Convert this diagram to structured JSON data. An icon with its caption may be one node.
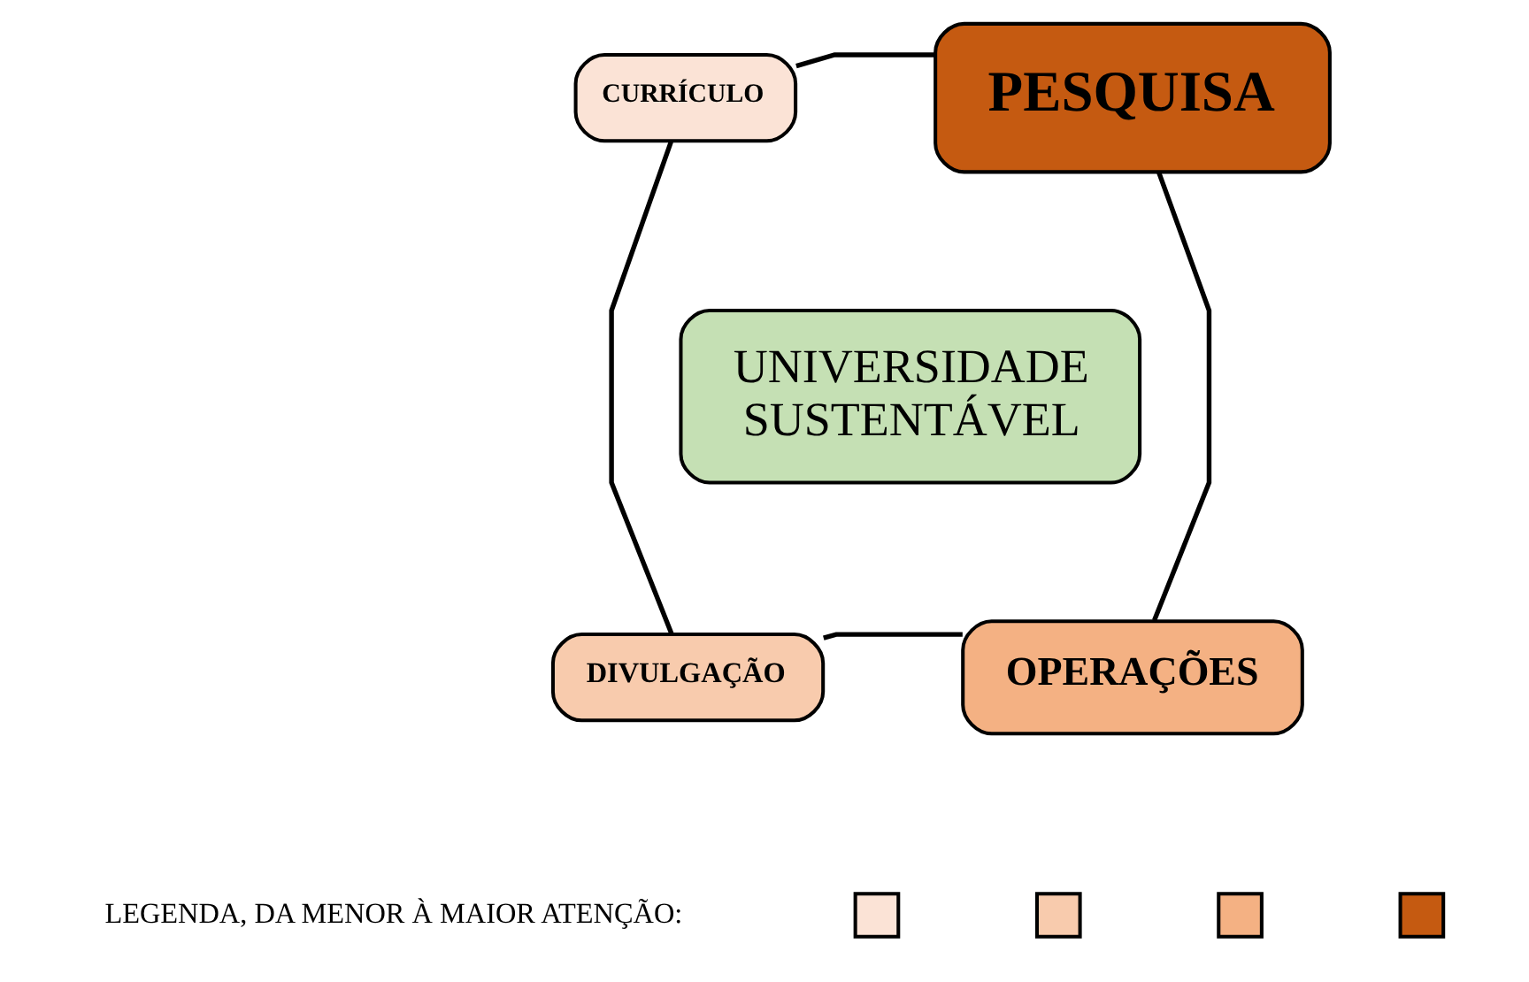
{
  "diagram": {
    "nodes": [
      {
        "text": [
          "CURRÍCULO"
        ]
      },
      {
        "text": [
          "PESQUISA"
        ]
      },
      {
        "text": [
          "UNIVERSIDADE SUSTENTÁVEL"
        ]
      },
      {
        "text": [
          "DIVULGAÇÃO"
        ]
      },
      {
        "text": [
          "OPERAÇÕES"
        ]
      },
      {
        "text": [],
        "shape": "box"
      },
      {
        "text": [],
        "shape": "box"
      },
      {
        "text": [],
        "shape": "box"
      },
      {
        "text": [],
        "shape": "box"
      }
    ],
    "edges": [
      {
        "from": 0,
        "to": 1,
        "arrow": "none"
      },
      {
        "from": 1,
        "to": 4,
        "arrow": "none"
      },
      {
        "from": 4,
        "to": 3,
        "arrow": "none"
      },
      {
        "from": 3,
        "to": 0,
        "arrow": "none"
      }
    ],
    "labels": [
      "LEGENDA, DA MENOR À MAIOR ATENÇÃO:"
    ]
  }
}
